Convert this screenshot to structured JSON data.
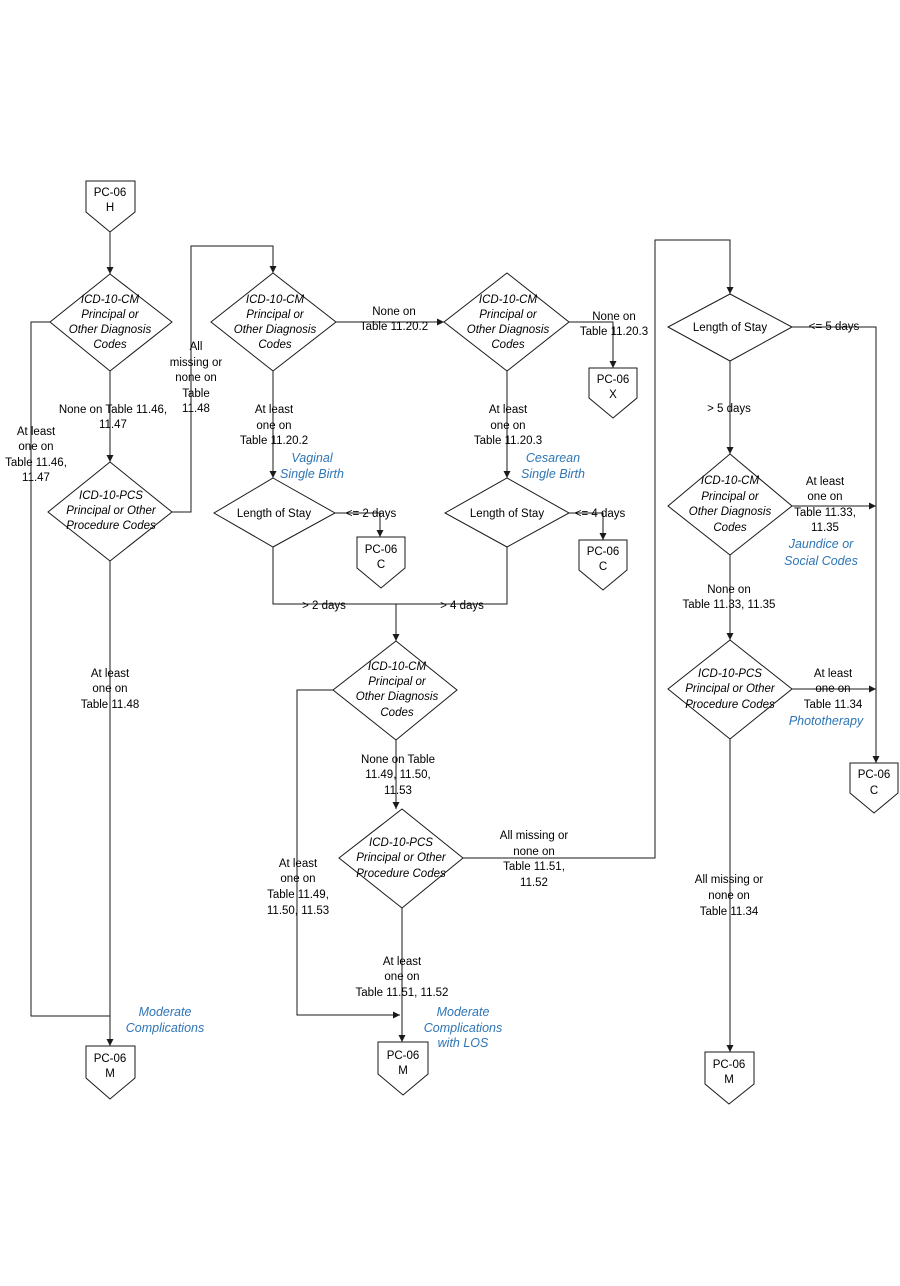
{
  "colors": {
    "note": "#2e75b6",
    "line": "#1a1a1a"
  },
  "connectors": {
    "h_start": [
      "PC-06",
      "H"
    ],
    "x_top": [
      "PC-06",
      "X"
    ],
    "c_vag": [
      "PC-06",
      "C"
    ],
    "c_ces": [
      "PC-06",
      "C"
    ],
    "c_right": [
      "PC-06",
      "C"
    ],
    "m_left": [
      "PC-06",
      "M"
    ],
    "m_mid": [
      "PC-06",
      "M"
    ],
    "m_right": [
      "PC-06",
      "M"
    ]
  },
  "decisions": {
    "d1": [
      "ICD-10-CM",
      "Principal or",
      "Other Diagnosis",
      "Codes"
    ],
    "d2": [
      "ICD-10-PCS",
      "Principal or Other",
      "Procedure Codes"
    ],
    "d3": [
      "ICD-10-CM",
      "Principal or",
      "Other Diagnosis",
      "Codes"
    ],
    "d4": [
      "ICD-10-CM",
      "Principal or",
      "Other Diagnosis",
      "Codes"
    ],
    "d5": [
      "Length of Stay"
    ],
    "d6": [
      "Length of Stay"
    ],
    "d7": [
      "ICD-10-CM",
      "Principal or",
      "Other Diagnosis",
      "Codes"
    ],
    "d8": [
      "ICD-10-PCS",
      "Principal or Other",
      "Procedure Codes"
    ],
    "d9": [
      "Length of Stay"
    ],
    "d10": [
      "ICD-10-CM",
      "Principal or",
      "Other Diagnosis",
      "Codes"
    ],
    "d11": [
      "ICD-10-PCS",
      "Principal or Other",
      "Procedure Codes"
    ]
  },
  "labels": {
    "l_none_1146": [
      "None on Table 11.46,",
      "11.47"
    ],
    "l_atleast_1146": [
      "At least",
      "one on",
      "Table 11.46,",
      "11.47"
    ],
    "l_allmissing_1148": [
      "All",
      "missing or",
      "none on",
      "Table",
      "11.48"
    ],
    "l_atleast_1148": [
      "At least",
      "one on",
      "Table 11.48"
    ],
    "l_none_11202": [
      "None on",
      "Table 11.20.2"
    ],
    "l_atleast_11202": [
      "At least",
      "one  on",
      "Table 11.20.2"
    ],
    "l_none_11203": [
      "None on",
      "Table 11.20.3"
    ],
    "l_atleast_11203": [
      "At least",
      "one  on",
      "Table 11.20.3"
    ],
    "l_le2": [
      "<= 2 days"
    ],
    "l_le4": [
      "<= 4 days"
    ],
    "l_gt2": [
      "> 2 days"
    ],
    "l_gt4": [
      "> 4 days"
    ],
    "l_none_1149": [
      "None  on Table",
      "11.49, 11.50,",
      "11.53"
    ],
    "l_atleast_1149": [
      "At least",
      "one on",
      "Table 11.49,",
      "11.50, 11.53"
    ],
    "l_allmissing_1151": [
      "All missing or",
      "none  on",
      "Table 11.51,",
      "11.52"
    ],
    "l_atleast_1151": [
      "At least",
      "one on",
      "Table 11.51, 11.52"
    ],
    "l_le5": [
      "<= 5 days"
    ],
    "l_gt5": [
      "> 5 days"
    ],
    "l_atleast_1133": [
      "At least",
      "one on",
      "Table 11.33,",
      "11.35"
    ],
    "l_none_1133": [
      "None  on",
      "Table 11.33, 11.35"
    ],
    "l_atleast_1134": [
      "At least",
      "one on",
      "Table 11.34"
    ],
    "l_allmissing_1134": [
      "All missing or",
      "none on",
      "Table 11.34"
    ]
  },
  "notes": {
    "vaginal": [
      "Vaginal",
      "Single Birth"
    ],
    "cesarean": [
      "Cesarean",
      "Single Birth"
    ],
    "jaundice": [
      "Jaundice or",
      "Social Codes"
    ],
    "phototherapy": [
      "Phototherapy"
    ],
    "moderate": [
      "Moderate",
      "Complications"
    ],
    "moderate_los": [
      "Moderate",
      "Complications",
      "with LOS"
    ]
  }
}
